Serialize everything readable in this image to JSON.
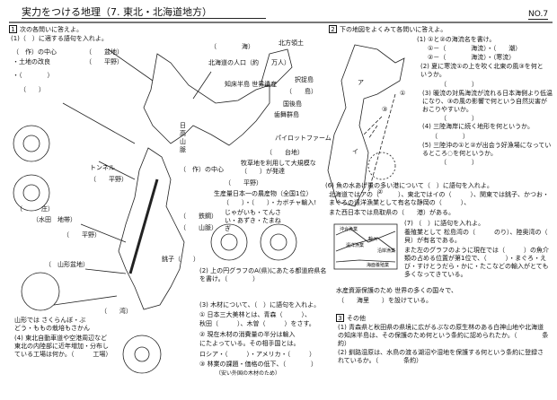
{
  "header": {
    "title": "実力をつける地理（7. 東北・北海道地方）",
    "number": "NO.7"
  },
  "s1": {
    "num": "1",
    "heading": "次の各問いに答えよ。",
    "q1": "(1)（　）に適する語句を入れよ。",
    "map_labels": {
      "saku1": "（　作）の中心",
      "kairyo": "・土地の改良",
      "blank1": "・（　　　　）",
      "blank2": "（　　）",
      "bonchi": "（　　盆地）",
      "heiya1": "（　　平野）",
      "umi": "（　　　　海）",
      "hoppo": "北方領土",
      "jinko": "北海道の人口（約　　万人）",
      "shiretoko": "知床半島 世界遺産",
      "etorofu": "択捉島",
      "shima": "（　　島）",
      "kunashiri": "国後島",
      "habomai": "歯舞群島",
      "pilot": "パイロットファーム",
      "daichi": "（　　台地）",
      "rakuno": "牧草地を利用して大規模な（　　）が発達",
      "saku2": "（　作）の中心",
      "heiya2": "（　　平野）",
      "seisan": "生産量日本一の農産物（全国1位）",
      "hidaka": "日高山脈",
      "tunnel": "トンネル",
      "heiya3": "（　　平野）",
      "imports": "（　　）・（　　）・カボチャ輸入!",
      "crops": "じゃがいも・てんさい・あずき・たまねぎ",
      "tekko": "（　　鉄鋼）",
      "sanmyaku": "（　　山脈）",
      "choshi": "銚子（　　）",
      "sho": "（　　　庄）",
      "suiden": "（水田　地帯）",
      "heiya4": "（　　平野）",
      "yamagata": "（　山形盆地）",
      "wan": "（　　湾）",
      "yamagata_note": "山形では さくらんぼ・ぶどう・ももの栽培もさかん"
    },
    "q2": "(2) 上の円グラフのA(県)にあたる都道府県名を書け。（　　　　）",
    "q3": "(3) 木材について、（　）に語句を入れよ。",
    "q3_1": "① 日本三大美林とは、青森（　　　）、",
    "q3_1b": "秋田（　　　）、木曽（　　　）をさす。",
    "q3_2": "② 現在木材の消費量の半分は輸入",
    "q3_2b": "にたよっている。その相手国とは。",
    "q3_2c": "ロシア・（　　　）・アメリカ・（　　　）",
    "q3_3": "③ 林業の課題・価格の低下、（　　　　）",
    "q3_3b": "（安い外国の木材のため）",
    "q4": "(4) 東北自動車道や空港周辺など東北の内陸部に近年増加・分布している工場は何か。（　　　工場）"
  },
  "s2": {
    "num": "2",
    "heading": "下の地図をよくみて各問いに答えよ。",
    "q1": "(1) ①と②の海流名を書け。",
    "q1a": "①－（　　　　海流）・（　　潮）",
    "q1b": "②－（　　　　海流）・（寒流）",
    "q2": "(2) 夏に寒流①の上を吹く北東の風③を何というか。",
    "a2": "（　　　　）",
    "q3": "(3) 暖流の対馬海流が流れる日本海側より低温になり、③の風の影響で何という自然災害がおこりやすいか。",
    "a3": "（　　　　）",
    "q4": "(4) 三陸海岸に続く地形を何というか。",
    "a4": "（　　　　）",
    "q5": "(5) 三陸沖の①と②が出会う好漁場になっているところ◌を何というか。",
    "a5": "（　　　　）",
    "q6": "(6) 魚の水あげ量の多い港について（　）に語句を入れよ。",
    "q6a": "北海道ではアの（　　　）、東北ではイの（　　　）、関東では銚子、かつお・まぐろの遠洋漁業として有名な静岡の（　　　）、",
    "q6b": "また西日本では鳥取県の（　　港）がある。",
    "q7": "(7) （　）に語句を入れよ。",
    "q7a": "養殖業として 松島湾の（　　　のり）、陸奥湾の（　　　貝）が有名である。",
    "q7b": "また左のグラフのように現在では（　　　）の魚介類の占める位置が第1位で、（　　　）・まぐろ・えび・すけとうだら・かに・たこなどの輸入がとても多くなってきている。",
    "q7c": "水産資源保護のため 世界の多くの国々で、",
    "q7d": "（　　海里　　）を設けている。",
    "graph_labels": [
      "沖合漁業",
      "遠洋漁業",
      "輸入",
      "沿岸漁業",
      "海面養殖業"
    ],
    "map_marks": [
      "①",
      "②",
      "③",
      "ア",
      "イ"
    ]
  },
  "s3": {
    "num": "3",
    "heading": "その他",
    "q1": "(1) 青森県と秋田県の県境に広がるぶなの原生林のある白神山地や北海道の知床半島は、その保護のため何という条約に認められたか。（　　　　条約）",
    "q2": "(2) 釧路湿原は、水鳥の渡る湖沼や湿地を保護する何という条約に登録されているか。（　　　　条約）"
  }
}
